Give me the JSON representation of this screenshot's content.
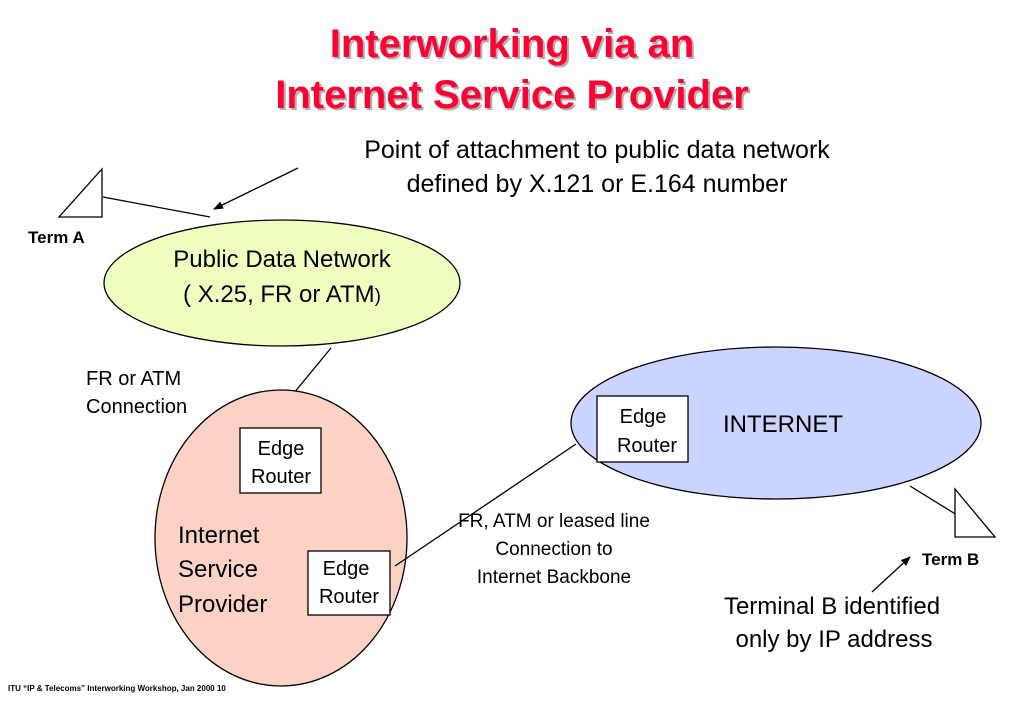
{
  "title": {
    "line1": "Interworking via an",
    "line2": "Internet Service Provider"
  },
  "annotation": {
    "line1": "Point of attachment to public data network",
    "line2": "defined by X.121 or E.164 number"
  },
  "term_a": "Term A",
  "term_b": "Term B",
  "public_data_network": {
    "line1": "Public Data Network",
    "line2": "( X.25, FR or ATM",
    "line2_paren": ")"
  },
  "fr_atm_connection": {
    "line1": "FR or ATM",
    "line2": "Connection"
  },
  "isp": {
    "line1": "Internet",
    "line2": "Service",
    "line3": "Provider"
  },
  "edge_router_label": {
    "line1": "Edge",
    "line2": "Router"
  },
  "internet": "INTERNET",
  "backbone": {
    "line1": "FR, ATM or leased line",
    "line2": "Connection to",
    "line3": "Internet Backbone"
  },
  "terminal_b_note": {
    "line1": "Terminal B identified",
    "line2": "only by IP address"
  },
  "footer": "ITU “IP & Telecoms” Interworking Workshop,  Jan 2000  10",
  "colors": {
    "title": "#ff0033",
    "pdn_fill": "#eeffc0",
    "isp_fill": "#fcd2c4",
    "internet_fill": "#cbd4fe"
  }
}
